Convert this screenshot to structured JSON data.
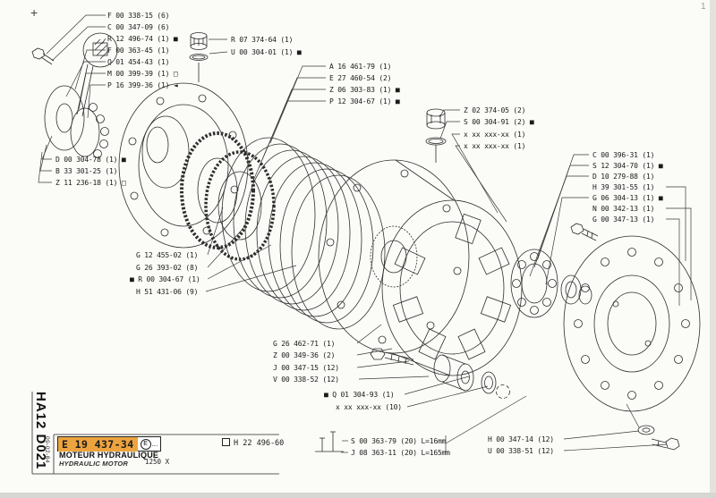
{
  "page": {
    "corner_mark": "+",
    "page_number": "1",
    "doc_code": "HA12 D021",
    "date_code": "09-02-84"
  },
  "legend": {
    "part_ref": "E 19 437-34",
    "part_ref_suffix": "E",
    "part_ref_dots": "...",
    "alt_ref": "H 22 496-60",
    "title_fr": "MOTEUR HYDRAULIQUE",
    "title_en": "HYDRAULIC MOTOR",
    "scale": "1250 X",
    "highlight_color": "#eda43e"
  },
  "callouts": {
    "group_top_left": [
      "F 00 338-15 (6)",
      "C 00 347-09 (6)",
      "R 12 496-74 (1) ■",
      "F 00 363-45 (1)",
      "Q 01 454-43 (1)",
      "M 00 399-39 (1) □",
      "P 16 399-36 (1) ◄"
    ],
    "group_plug_top": [
      "R 07 374-64 (1)",
      "U 00 304-01 (1) ■"
    ],
    "group_discs": [
      "A 16 461-79 (1)",
      "E 27 460-54 (2)",
      "Z 06 303-83 (1) ■",
      "P 12 304-67 (1) ■"
    ],
    "group_drum_top": [
      "Z 02 374-05 (2)",
      "S 00 304-91 (2) ■",
      "x xx xxx-xx (1)",
      "x xx xxx-xx (1)"
    ],
    "group_cover_right": [
      "C 00 396-31 (1)",
      "S 12 304-70 (1) ■",
      "D 10 279-88 (1)",
      "H 39 301-55 (1)",
      "G 06 304-13 (1) ■",
      "N 00 342-13 (1)",
      "G 00 347-13 (1)"
    ],
    "group_input_flange": [
      "D 00 304-78 (1) ■",
      "B 33 301-25 (1)",
      "Z 11 236-18 (1) □"
    ],
    "group_gears": [
      "G 12 455-02 (1)",
      "G 26 393-02 (8)",
      "■ R 00 304-67 (1)",
      "H 51 431-06 (9)"
    ],
    "group_drum_bottom": [
      "G 26 462-71 (1)",
      "Z 00 349-36 (2)",
      "J 00 347-15 (12)",
      "V 00 338-52 (12)"
    ],
    "group_axle": [
      "■ Q 01 304-93 (1)",
      "x xx xxx-xx (10)"
    ],
    "group_pins": [
      "S 00 363-79 (20) L=16mm",
      "J 08 363-11 (20) L=165mm"
    ],
    "group_cover_bolts": [
      "H 00 347-14 (12)",
      "U 00 338-51 (12)"
    ]
  }
}
